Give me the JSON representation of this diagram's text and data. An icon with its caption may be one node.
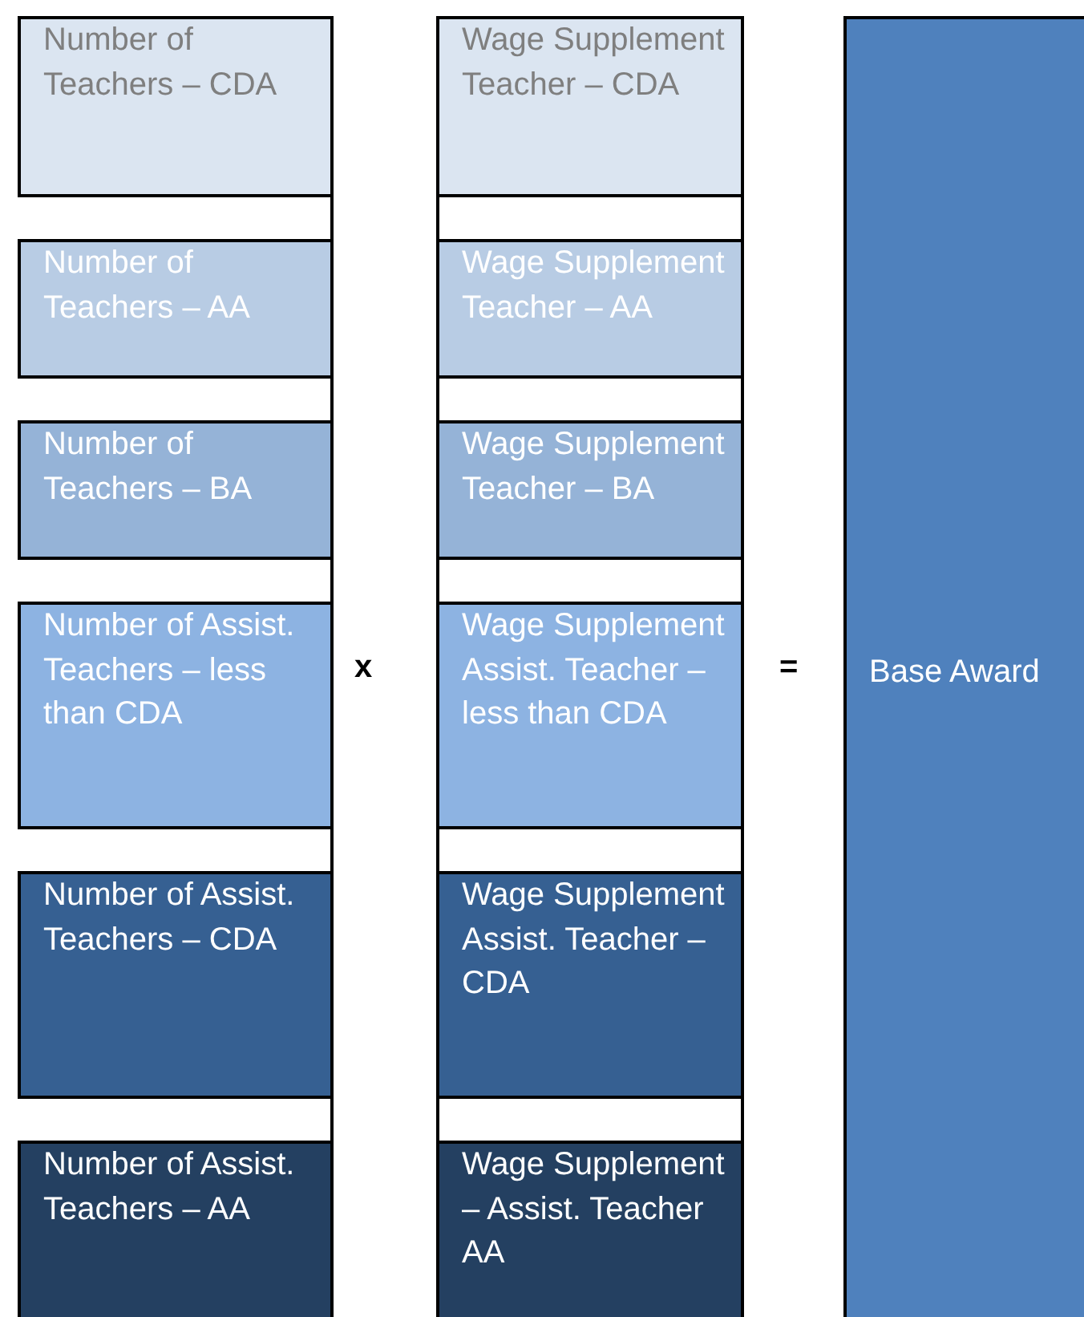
{
  "diagram": {
    "nodes": [
      {
        "text": [
          "Number of Teachers – CDA"
        ]
      },
      {
        "text": [
          "Number of Teachers – AA"
        ]
      },
      {
        "text": [
          "Number of Teachers – BA"
        ]
      },
      {
        "text": [
          "Number of Assist. Teachers – less than CDA"
        ]
      },
      {
        "text": [
          "Number of Assist. Teachers – CDA"
        ]
      },
      {
        "text": [
          "Number of Assist. Teachers – AA"
        ]
      },
      {
        "text": [
          "Wage Supplement Teacher – CDA"
        ]
      },
      {
        "text": [
          "Wage Supplement Teacher – AA"
        ]
      },
      {
        "text": [
          "Wage Supplement Teacher – BA"
        ]
      },
      {
        "text": [
          "Wage Supplement Assist. Teacher – less than CDA"
        ]
      },
      {
        "text": [
          "Wage Supplement Assist. Teacher – CDA"
        ]
      },
      {
        "text": [
          "Wage Supplement – Assist. Teacher AA"
        ]
      },
      {
        "text": [
          "Base Award"
        ]
      }
    ],
    "labels": [
      "x",
      "="
    ]
  }
}
